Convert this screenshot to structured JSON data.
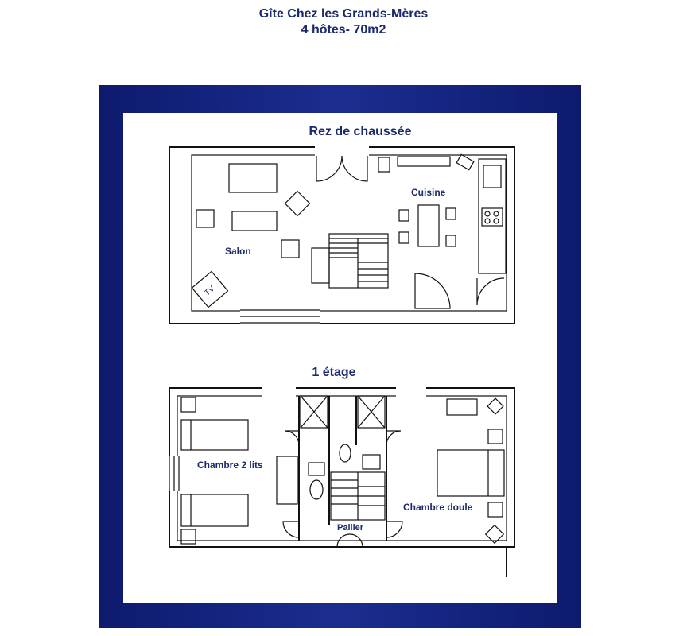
{
  "header": {
    "line1": "Gîte Chez les Grands-Mères",
    "line2": "4 hôtes- 70m2"
  },
  "ground_floor": {
    "title": "Rez de chaussée",
    "rooms": {
      "salon": "Salon",
      "cuisine": "Cuisine"
    },
    "tv_label": "TV"
  },
  "first_floor": {
    "title": "1 étage",
    "rooms": {
      "chambre_2_lits": "Chambre 2 lits",
      "chambre_double": "Chambre doule",
      "pallier": "Pallier"
    }
  },
  "colors": {
    "frame": "#1b2d8f",
    "label": "#1a2a6c"
  }
}
